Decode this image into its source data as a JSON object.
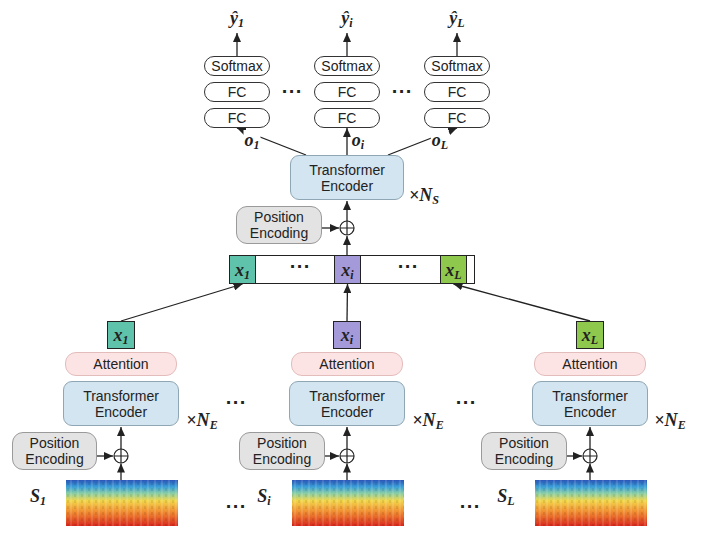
{
  "diagram": {
    "nodes": [
      {
        "text": [
          "Softmax"
        ]
      },
      {
        "text": [
          "FC"
        ]
      },
      {
        "text": [
          "FC"
        ]
      },
      {
        "text": [
          "Softmax"
        ]
      },
      {
        "text": [
          "FC"
        ]
      },
      {
        "text": [
          "FC"
        ]
      },
      {
        "text": [
          "Softmax"
        ]
      },
      {
        "text": [
          "FC"
        ]
      },
      {
        "text": [
          "FC"
        ]
      },
      {
        "text": [
          "Transformer Encoder"
        ]
      },
      {
        "text": [
          "Position Encoding"
        ]
      },
      {
        "text": [
          "···",
          "···"
        ]
      },
      {
        "text": [
          "x1"
        ],
        "in": 11
      },
      {
        "text": [
          "xi"
        ],
        "in": 11
      },
      {
        "text": [
          "xL"
        ],
        "in": 11
      },
      {
        "text": [
          "x1"
        ]
      },
      {
        "text": [
          "xi"
        ]
      },
      {
        "text": [
          "xL"
        ]
      },
      {
        "text": [
          "Attention"
        ]
      },
      {
        "text": [
          "Attention"
        ]
      },
      {
        "text": [
          "Attention"
        ]
      },
      {
        "text": [
          "Transformer Encoder"
        ]
      },
      {
        "text": [
          "Transformer Encoder"
        ]
      },
      {
        "text": [
          "Transformer Encoder"
        ]
      },
      {
        "text": [
          "Position Encoding"
        ]
      },
      {
        "text": [
          "Position Encoding"
        ]
      },
      {
        "text": [
          "Position Encoding"
        ]
      }
    ],
    "edges": [
      {
        "from": 9,
        "to": 2,
        "arrow": "to",
        "label": "o1"
      },
      {
        "from": 9,
        "to": 5,
        "arrow": "to",
        "label": "oi"
      },
      {
        "from": 9,
        "to": 8,
        "arrow": "to",
        "label": "oL"
      },
      {
        "from": 15,
        "to": 12,
        "arrow": "to"
      },
      {
        "from": 16,
        "to": 13,
        "arrow": "to"
      },
      {
        "from": 17,
        "to": 14,
        "arrow": "to"
      }
    ],
    "labels": [
      "ŷ1",
      "ŷi",
      "ŷL",
      "···",
      "···",
      "×NS",
      "···",
      "···",
      "×NE",
      "×NE",
      "×NE",
      "S1",
      "Si",
      "SL",
      "···",
      "···"
    ]
  }
}
